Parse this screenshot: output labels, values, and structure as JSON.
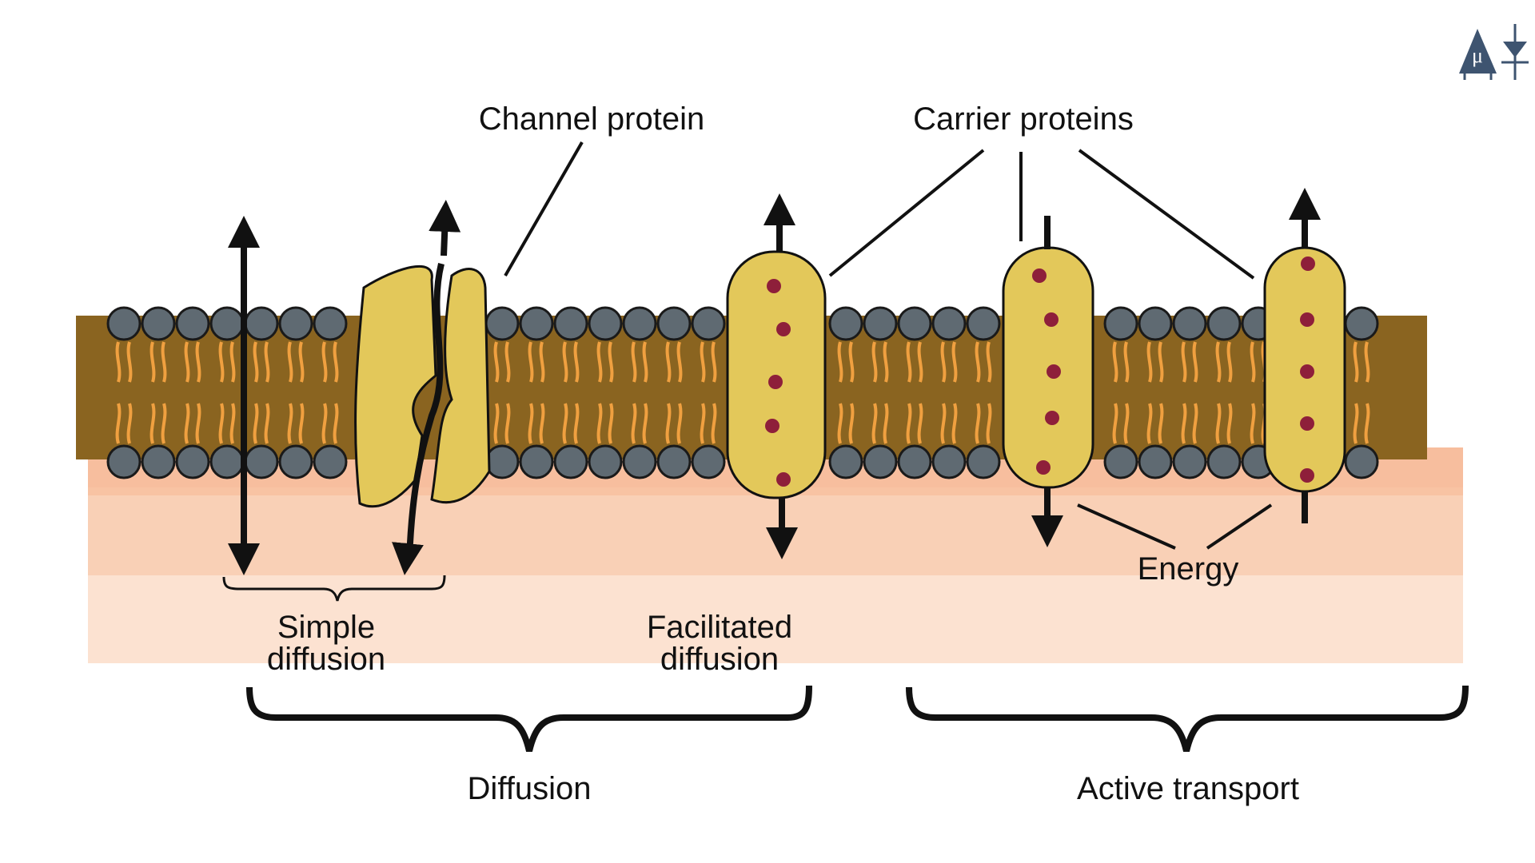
{
  "labels": {
    "channel_protein": "Channel protein",
    "carrier_proteins": "Carrier proteins",
    "simple_diffusion_line1": "Simple",
    "simple_diffusion_line2": "diffusion",
    "facilitated_diffusion_line1": "Facilitated",
    "facilitated_diffusion_line2": "diffusion",
    "energy": "Energy",
    "diffusion": "Diffusion",
    "active_transport": "Active transport"
  },
  "colors": {
    "membrane_core": "#8a6420",
    "tail": "#f0a040",
    "head": "#5f6a72",
    "protein": "#e3c85a",
    "protein_dot": "#8e1f3a",
    "wash": "#f5b089",
    "logo": "#3e5470"
  },
  "icons": {
    "logo": "lab-flask-logo-icon"
  }
}
